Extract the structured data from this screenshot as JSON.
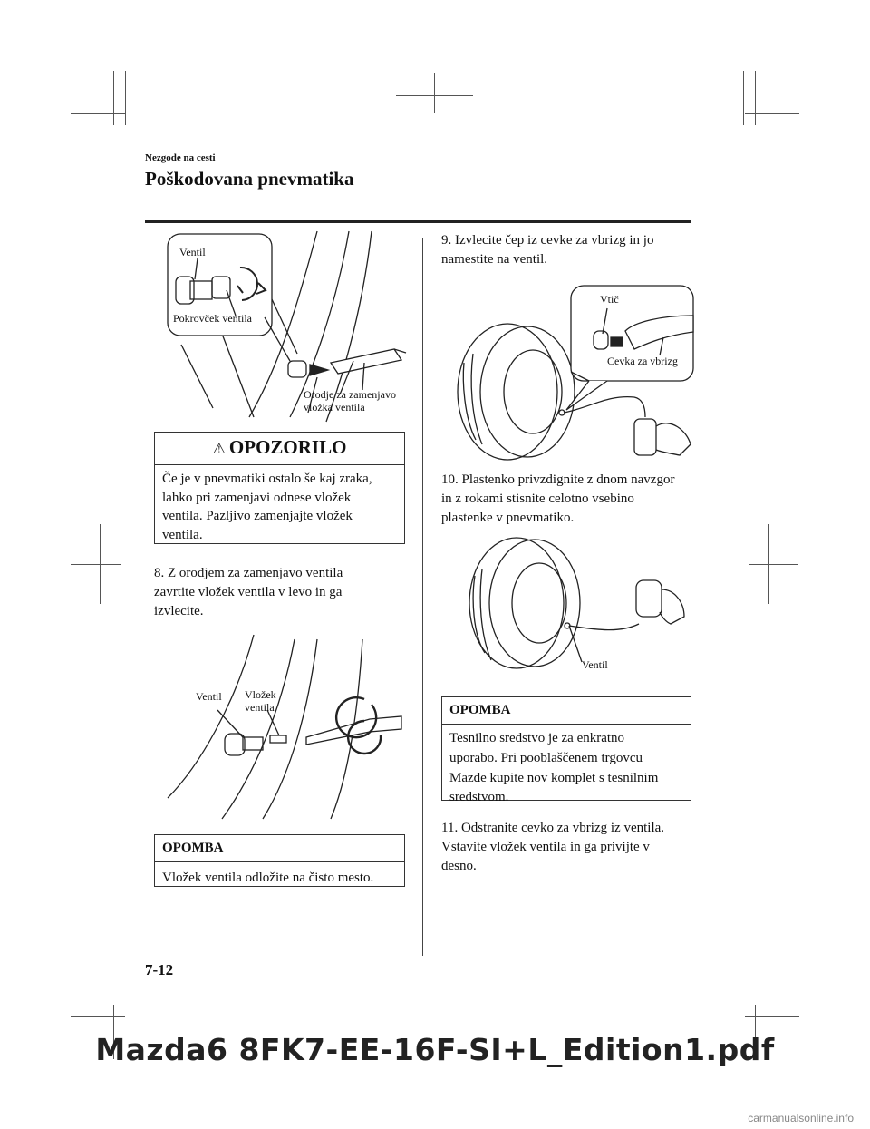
{
  "header": {
    "section_small": "Nezgode na cesti",
    "section_title": "Poškodovana pnevmatika"
  },
  "figure1": {
    "label_ventil": "Ventil",
    "label_pokrovcek": "Pokrovček ventila",
    "label_orodje": "Orodje za zamenjavo\nvložka ventila"
  },
  "warning": {
    "title": "OPOZORILO",
    "text": "Če je v pnevmatiki ostalo še kaj zraka,\nlahko pri zamenjavi odnese vložek\nventila. Pazljivo zamenjajte vložek\nventila."
  },
  "step8": "8.  Z orodjem za zamenjavo ventila\n       zavrtite vložek ventila v levo in ga\n       izvlecite.",
  "figure2": {
    "label_ventil": "Ventil",
    "label_vlozek": "Vložek\nventila"
  },
  "note1": {
    "title": "OPOMBA",
    "text": "Vložek ventila odložite na čisto mesto."
  },
  "step9": "9.  Izvlecite čep iz cevke za vbrizg in jo\n       namestite na ventil.",
  "figure3": {
    "label_vtic": "Vtič",
    "label_cevka": "Cevka za vbrizg"
  },
  "step10": "10. Plastenko privzdignite z dnom navzgor\n       in z rokami stisnite celotno vsebino\n       plastenke v pnevmatiko.",
  "figure4": {
    "label_ventil": "Ventil"
  },
  "note2": {
    "title": "OPOMBA",
    "text": "Tesnilno sredstvo je za enkratno\nuporabo. Pri pooblaščenem trgovcu\nMazde kupite nov komplet s tesnilnim\nsredstvom."
  },
  "step11": "11. Odstranite cevko za vbrizg iz ventila.\n       Vstavite vložek ventila in ga privijte v\n       desno.",
  "page_number": "7-12",
  "footer_filename": "Mazda6 8FK7-EE-16F-SI+L_Edition1.pdf",
  "watermark": "carmanualsonline.info"
}
